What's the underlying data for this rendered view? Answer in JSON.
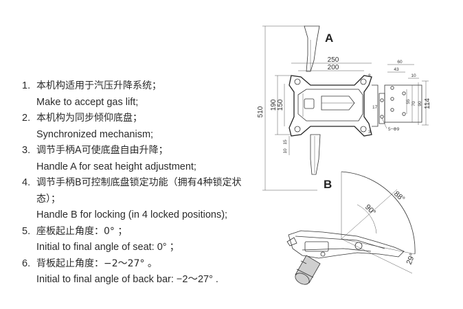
{
  "specs": [
    {
      "num": "1.",
      "zh": "本机构适用于汽压升降系统；",
      "en": "Make to accept gas lift;"
    },
    {
      "num": "2.",
      "zh": "本机构为同步倾仰底盘；",
      "en": "Synchronized mechanism;"
    },
    {
      "num": "3.",
      "zh": "调节手柄A可使底盘自由升降；",
      "en": "Handle A for seat height adjustment;"
    },
    {
      "num": "4.",
      "zh": "调节手柄B可控制底盘锁定功能（拥有4种锁定状态）；",
      "en": "Handle B for locking (in 4 locked positions);"
    },
    {
      "num": "5.",
      "zh": "座板起止角度：0°  ；",
      "en": "Initial to final angle of seat: 0°  ；"
    },
    {
      "num": "6.",
      "zh": "背板起止角度：−2～27°  。",
      "en": "Initial to final angle of back bar: −2～27°  ."
    }
  ],
  "diagram": {
    "label_a": "A",
    "label_b": "B",
    "dim_510": "510",
    "dim_250": "250",
    "dim_200": "200",
    "dim_190": "190",
    "dim_150": "150",
    "dim_15": "15",
    "dim_10": "10",
    "dim_60": "60",
    "dim_43": "43",
    "dim_10b": "10",
    "dim_17": "17",
    "dim_55": "55",
    "dim_70": "70",
    "dim_90": "90",
    "dim_114": "114",
    "dim_8": "8",
    "dim_3": "3",
    "hole_spec": "5−Φ9",
    "angle_88": "88°",
    "angle_90": "90°",
    "angle_29": "29°"
  }
}
